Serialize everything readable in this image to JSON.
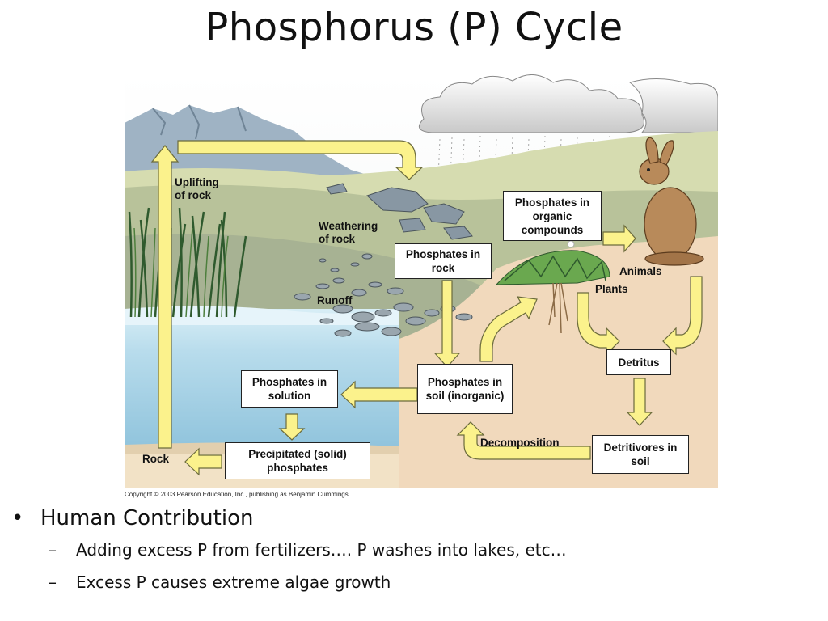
{
  "slide": {
    "title": "Phosphorus (P) Cycle"
  },
  "diagram": {
    "labels": {
      "uplifting": [
        "Uplifting",
        "of rock"
      ],
      "weathering": [
        "Weathering",
        "of rock"
      ],
      "runoff": "Runoff",
      "animals": "Animals",
      "plants": "Plants",
      "rock": "Rock",
      "decomposition": "Decomposition"
    },
    "boxes": {
      "phosphates_in_rock": "Phosphates in rock",
      "phosphates_organic": "Phosphates in organic compounds",
      "phosphates_in_soil": "Phosphates in soil (inorganic)",
      "phosphates_in_solution": "Phosphates in solution",
      "precipitated": "Precipitated (solid) phosphates",
      "detritus": "Detritus",
      "detritivores": "Detritivores in soil"
    },
    "copyright": "Copyright © 2003 Pearson Education, Inc., publishing as Benjamin Cummings."
  },
  "bullets": {
    "main": "Human Contribution",
    "sub": [
      "Adding excess P from fertilizers…. P washes into lakes, etc…",
      "Excess P causes extreme algae growth"
    ]
  }
}
